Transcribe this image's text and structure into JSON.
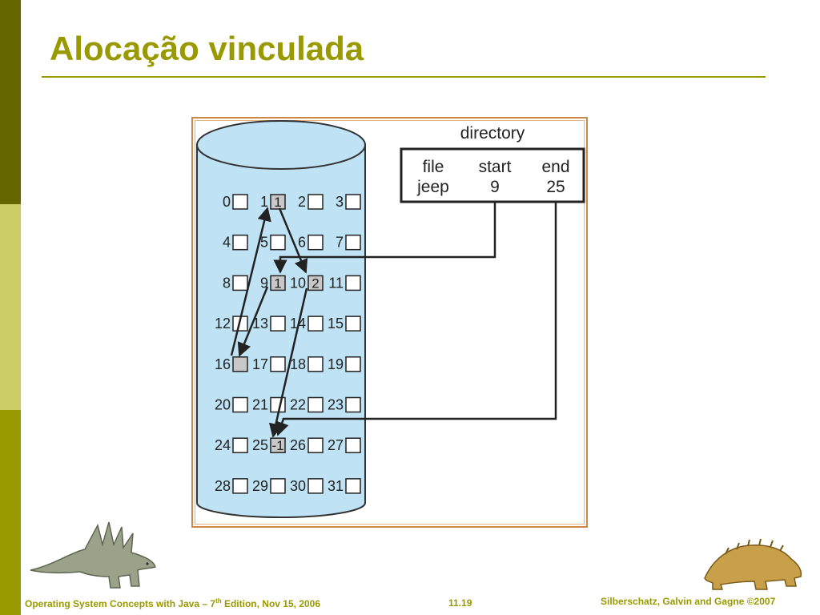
{
  "slide": {
    "title": "Alocação vinculada",
    "colors": {
      "accent": "#999900",
      "dark_accent": "#666600",
      "light_accent": "#CCCC66"
    }
  },
  "diagram": {
    "disk_fill": "#bfe3f5",
    "blocks": [
      "0",
      "1",
      "2",
      "3",
      "4",
      "5",
      "6",
      "7",
      "8",
      "9",
      "10",
      "11",
      "12",
      "13",
      "14",
      "15",
      "16",
      "17",
      "18",
      "19",
      "20",
      "21",
      "22",
      "23",
      "24",
      "25",
      "26",
      "27",
      "28",
      "29",
      "30",
      "31"
    ],
    "used_blocks": {
      "1": "1",
      "9": "1",
      "10": "2",
      "16": "",
      "25": "-1"
    },
    "directory": {
      "title": "directory",
      "headers": [
        "file",
        "start",
        "end"
      ],
      "row": [
        "jeep",
        "9",
        "25"
      ]
    }
  },
  "footer": {
    "left_pre": "Operating System Concepts with Java – 7",
    "left_sup": "th",
    "left_post": " Edition, Nov 15, 2006",
    "page": "11.19",
    "right": "Silberschatz, Galvin and Gagne ©2007"
  }
}
